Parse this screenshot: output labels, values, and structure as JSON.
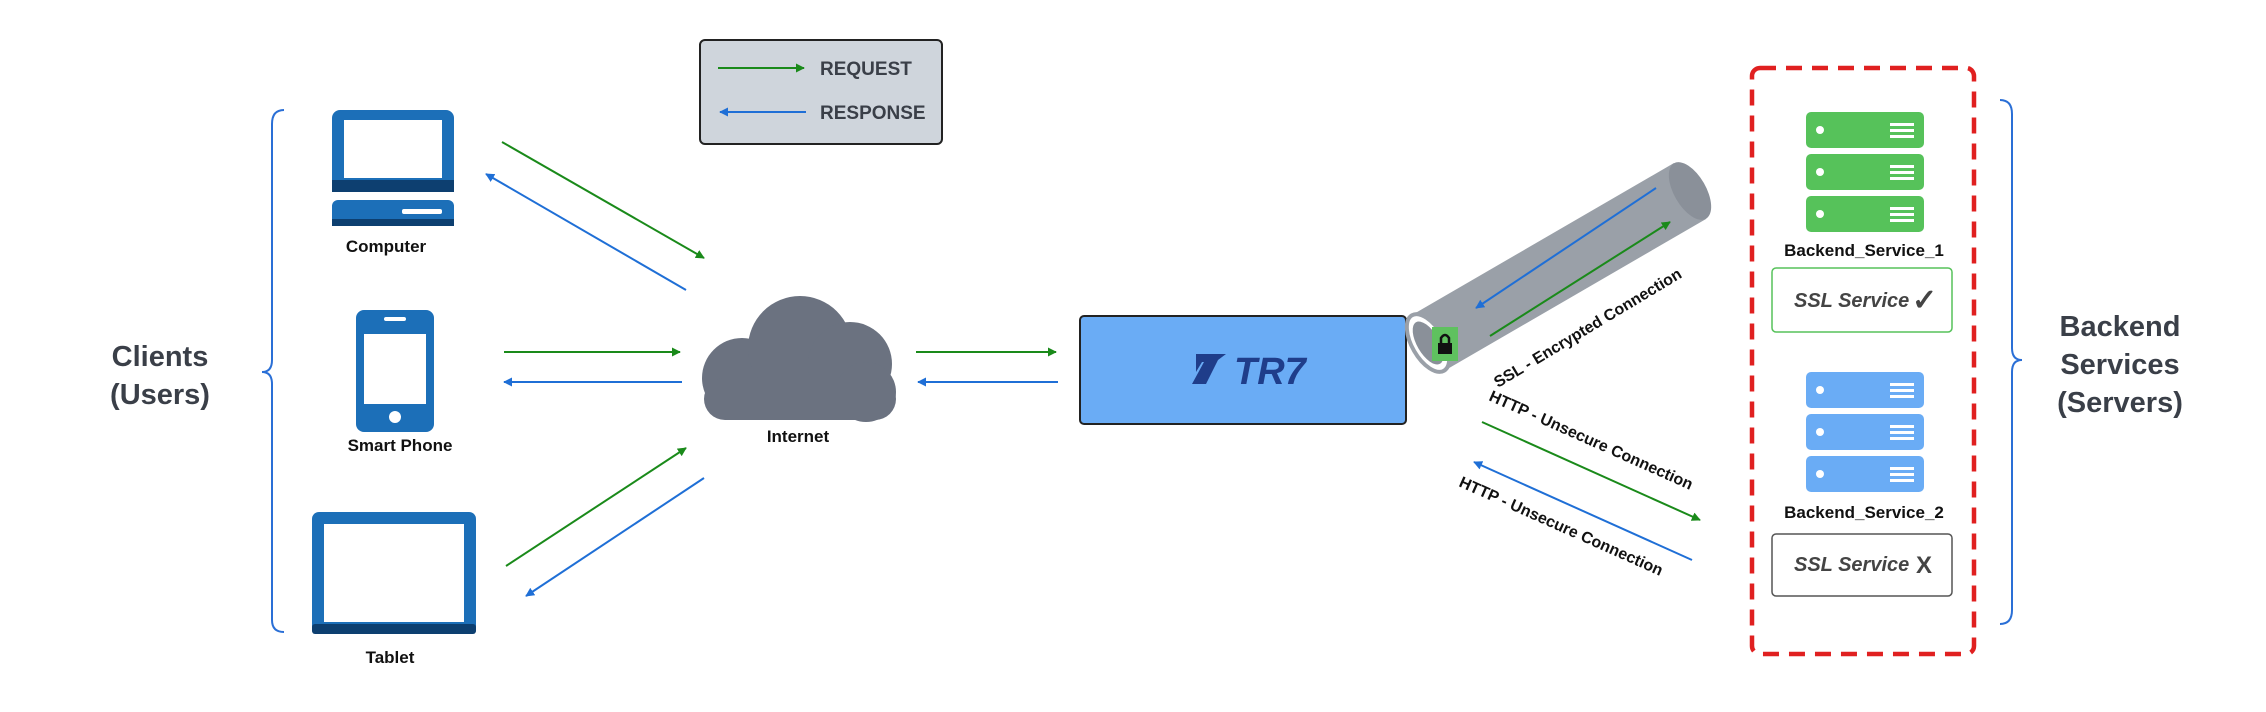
{
  "legend": {
    "request_label": "REQUEST",
    "response_label": "RESPONSE"
  },
  "clients": {
    "group_label_line1": "Clients",
    "group_label_line2": "(Users)",
    "computer_label": "Computer",
    "phone_label": "Smart Phone",
    "tablet_label": "Tablet"
  },
  "internet_label": "Internet",
  "proxy": {
    "logo_text": "TR7"
  },
  "connections": {
    "ssl_label": "SSL - Encrypted Connection",
    "http_label_1": "HTTP - Unsecure Connection",
    "http_label_2": "HTTP - Unsecure Connection"
  },
  "backends": {
    "group_label_line1": "Backend",
    "group_label_line2": "Services",
    "group_label_line3": "(Servers)",
    "service_1": {
      "name": "Backend_Service_1",
      "ssl_text": "SSL Service",
      "ssl_mark": "✓",
      "ssl_supported": true
    },
    "service_2": {
      "name": "Backend_Service_2",
      "ssl_text": "SSL Service",
      "ssl_mark": "X",
      "ssl_supported": false
    }
  },
  "colors": {
    "request": "#1a8a1a",
    "response": "#1f6fd6",
    "client_device": "#1c6fb8",
    "client_device_dark": "#0d3f70",
    "cloud": "#6b7280",
    "proxy_box": "#6aacf5",
    "server_green": "#56c25a",
    "server_blue": "#6aacf5",
    "dashed_border": "#e02020",
    "brace": "#2a6fd6",
    "tunnel": "#9aa0a8"
  }
}
